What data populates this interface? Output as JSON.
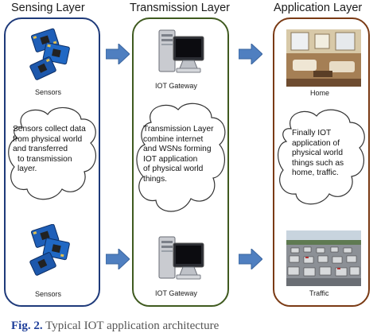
{
  "titles": {
    "sensing": "Sensing Layer",
    "transmission": "Transmission Layer",
    "application": "Application Layer"
  },
  "labels": {
    "sensors_top": "Sensors",
    "sensors_bottom": "Sensors",
    "gateway_top": "IOT Gateway",
    "gateway_bottom": "IOT Gateway",
    "home": "Home",
    "traffic": "Traffic"
  },
  "clouds": {
    "sensing": [
      "Sensors collect data",
      "from physical world",
      "and transferred",
      "to transmission",
      "layer."
    ],
    "transmission": [
      "Transmission Layer",
      "combine internet",
      "and WSNs forming",
      "IOT application",
      "of physical world",
      "things."
    ],
    "application": [
      "Finally IOT",
      "application of",
      "physical world",
      "things such as",
      "home, traffic."
    ]
  },
  "caption": {
    "fig": "Fig. 2.",
    "text": "Typical IOT application architecture"
  },
  "colors": {
    "sensing_border": "#1e3a7a",
    "transmission_border": "#3f5a1f",
    "application_border": "#7a3a14",
    "arrow": "#4f7fc0",
    "fig_label": "#1f3f9a"
  }
}
